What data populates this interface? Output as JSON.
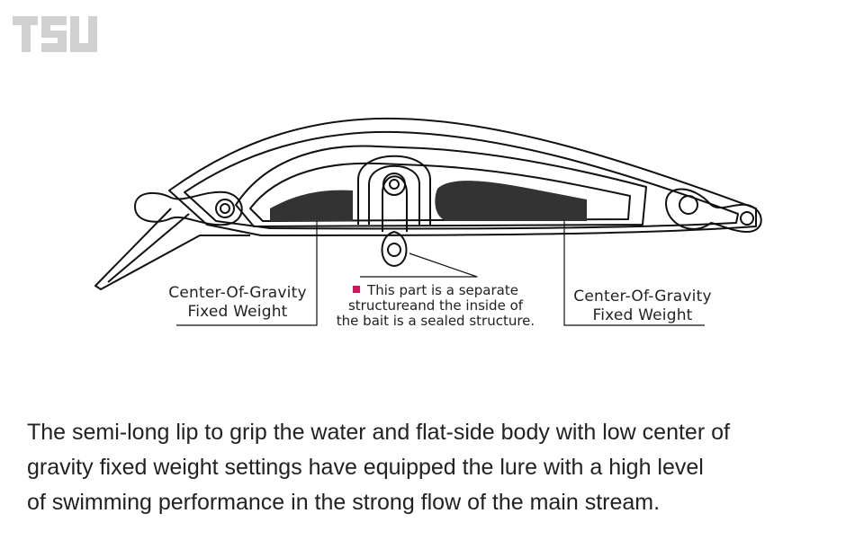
{
  "logo": {
    "text": "TSU"
  },
  "diagram": {
    "left_label": [
      "Center-Of-Gravity",
      "Fixed Weight"
    ],
    "right_label": [
      "Center-Of-Gravity",
      "Fixed Weight"
    ],
    "note": [
      "This part is a separate",
      "structureand the inside of",
      "the bait is a sealed structure."
    ],
    "note_bullet_color": "#d4145a"
  },
  "description": [
    "The semi-long lip to grip the water and flat-side body with low center of",
    "gravity fixed weight settings have equipped the lure with a high level",
    "of swimming performance in the strong flow of the main stream."
  ]
}
